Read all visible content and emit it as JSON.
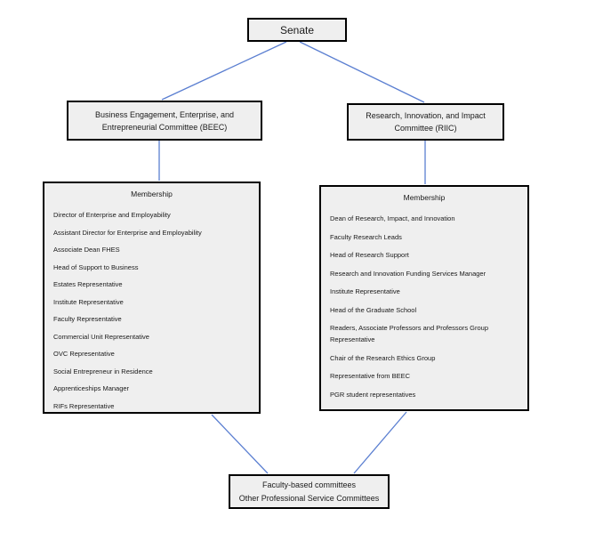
{
  "diagram": {
    "senate": {
      "label": "Senate"
    },
    "beec": {
      "lines": [
        "Business Engagement, Enterprise, and",
        "Entrepreneurial Committee (BEEC)"
      ]
    },
    "riic": {
      "lines": [
        "Research, Innovation, and Impact",
        "Committee (RIIC)"
      ]
    },
    "beec_membership": {
      "title": "Membership",
      "members": [
        "Director of Enterprise and Employability",
        "Assistant Director for Enterprise and Employability",
        "Associate Dean FHES",
        "Head of Support to Business",
        "Estates Representative",
        "Institute Representative",
        "Faculty Representative",
        "Commercial Unit Representative",
        "OVC Representative",
        "Social Entrepreneur in Residence",
        "Apprenticeships Manager",
        "RIFs Representative"
      ]
    },
    "riic_membership": {
      "title": "Membership",
      "members": [
        "Dean of Research, Impact, and Innovation",
        "Faculty Research Leads",
        "Head of Research Support",
        "Research and Innovation Funding Services Manager",
        "Institute Representative",
        "Head of the Graduate School",
        "Readers, Associate Professors and Professors Group Representative",
        "Chair of the Research Ethics Group",
        "Representative from BEEC",
        "PGR student representatives"
      ]
    },
    "bottom": {
      "lines": [
        "Faculty-based committees",
        "Other Professional Service Committees"
      ]
    },
    "colors": {
      "connector": "#5B7FD1",
      "box_fill": "#efefef",
      "box_border": "#000000"
    }
  }
}
